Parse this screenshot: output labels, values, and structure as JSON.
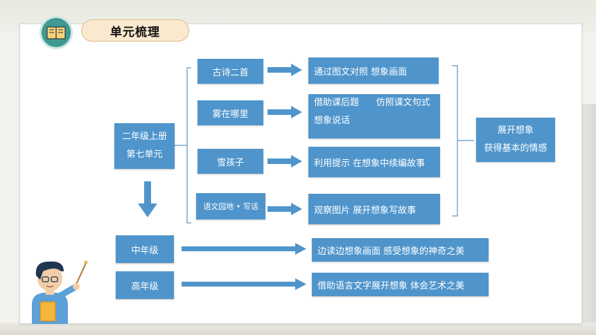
{
  "header": {
    "title": "单元梳理",
    "book_icon": "open-book-icon"
  },
  "source": {
    "line1": "二年级上册",
    "line2": "第七单元"
  },
  "lessons": [
    {
      "label": "古诗二首",
      "result": "通过图文对照  想象画面"
    },
    {
      "label": "雾在哪里",
      "result_line1": "借助课后题      仿照课文句式",
      "result_line2": "想象说话"
    },
    {
      "label": "雪孩子",
      "result": "利用提示  在想象中续编故事"
    },
    {
      "label": "语文园地 • 写话",
      "result": "观察图片  展开想象写故事"
    }
  ],
  "summary": {
    "line1": "展开想象",
    "line2": "获得基本的情感"
  },
  "grades": [
    {
      "label": "中年级",
      "result": "边读边想象画面  感受想象的神奇之美"
    },
    {
      "label": "高年级",
      "result": "借助语言文字展开想象  体会艺术之美"
    }
  ],
  "colors": {
    "box": "#4f95cc",
    "arrow": "#4f95cc",
    "badge": "#3f9a92",
    "pill": "#fbe9cf"
  }
}
